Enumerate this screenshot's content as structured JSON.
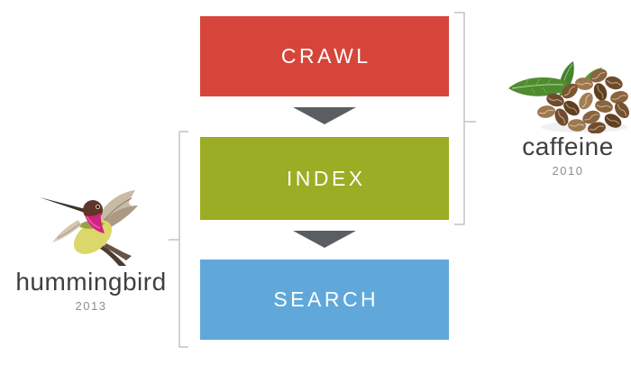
{
  "diagram": {
    "steps": [
      {
        "id": "crawl",
        "label": "CRAWL"
      },
      {
        "id": "index",
        "label": "INDEX"
      },
      {
        "id": "search",
        "label": "SEARCH"
      }
    ],
    "connector_icon": "down-arrow-icon"
  },
  "annotations": {
    "caffeine": {
      "label": "caffeine",
      "year": "2010",
      "image": "coffee-beans-and-leaves",
      "bracket_covers": [
        "CRAWL",
        "INDEX"
      ]
    },
    "hummingbird": {
      "label": "hummingbird",
      "year": "2013",
      "image": "hummingbird-in-flight",
      "bracket_covers": [
        "INDEX",
        "SEARCH"
      ]
    }
  },
  "colors": {
    "crawl-box": "#d6453a",
    "index-box": "#9bad24",
    "search-box": "#61a8da",
    "arrow": "#5a5e63",
    "bracket": "#c4c4c4",
    "label-text": "#3f3f3f",
    "year-text": "#8e8e8e",
    "step-text": "#ffffff",
    "background": "#ffffff"
  }
}
